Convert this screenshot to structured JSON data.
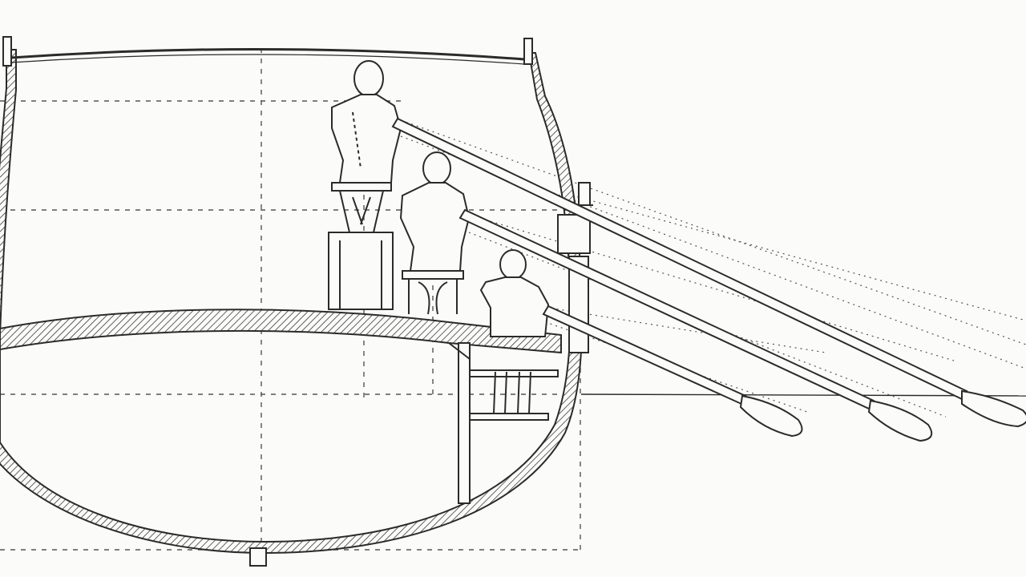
{
  "figure": {
    "subject": "",
    "colors": {
      "ink": "#2b2b2b",
      "paper": "#fbfbf9",
      "hatch": "#3a3a3a",
      "guide": "#555555"
    },
    "rowers": [
      {
        "tier": "upper"
      },
      {
        "tier": "middle"
      },
      {
        "tier": "lower"
      }
    ],
    "oars": [
      {
        "tier": "upper"
      },
      {
        "tier": "middle"
      },
      {
        "tier": "lower"
      }
    ]
  }
}
